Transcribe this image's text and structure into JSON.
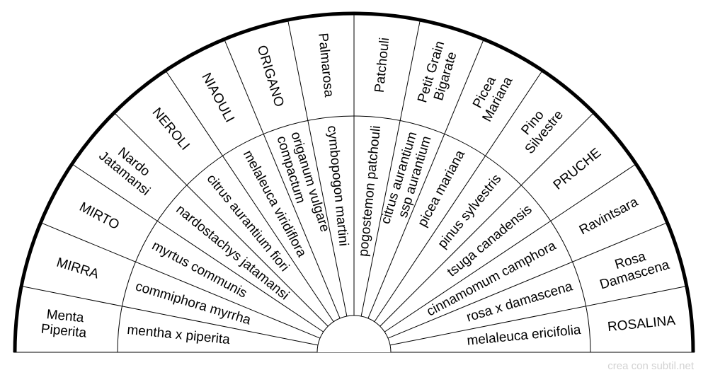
{
  "credit": "crea con subtil.net",
  "sectors": [
    {
      "outer": [
        "Menta",
        "Piperita"
      ],
      "inner": [
        "mentha  x piperita"
      ]
    },
    {
      "outer": [
        "MIRRA"
      ],
      "inner": [
        "commiphora myrrha"
      ]
    },
    {
      "outer": [
        "MIRTO"
      ],
      "inner": [
        "myrtus communis"
      ]
    },
    {
      "outer": [
        "Nardo",
        "Jatamansi"
      ],
      "inner": [
        "nardostachys jatamansi"
      ]
    },
    {
      "outer": [
        "NEROLI"
      ],
      "inner": [
        "citrus aurantium fiori"
      ]
    },
    {
      "outer": [
        "NIAOULI"
      ],
      "inner": [
        "melaleuca viridiflora"
      ]
    },
    {
      "outer": [
        "ORIGANO"
      ],
      "inner": [
        "origanum vulgare",
        "compactum"
      ]
    },
    {
      "outer": [
        "Palmarosa"
      ],
      "inner": [
        "cymbopogon martini"
      ]
    },
    {
      "outer": [
        "Patchouli"
      ],
      "inner": [
        "pogostemon patchouli"
      ]
    },
    {
      "outer": [
        "Petit Grain",
        "Bigarate"
      ],
      "inner": [
        "citrus aurantium",
        "ssp aurantium"
      ]
    },
    {
      "outer": [
        "Picea",
        "Mariana"
      ],
      "inner": [
        "picea mariana"
      ]
    },
    {
      "outer": [
        "Pino",
        "Silvestre"
      ],
      "inner": [
        "pinus sylvestris"
      ]
    },
    {
      "outer": [
        "PRUCHE"
      ],
      "inner": [
        "tsuga canadensis"
      ]
    },
    {
      "outer": [
        "Ravintsara"
      ],
      "inner": [
        "cinnamomum camphora"
      ]
    },
    {
      "outer": [
        "Rosa",
        "Damascena"
      ],
      "inner": [
        "rosa x damascena"
      ]
    },
    {
      "outer": [
        "ROSALINA"
      ],
      "inner": [
        "melaleuca ericifolia"
      ]
    }
  ]
}
